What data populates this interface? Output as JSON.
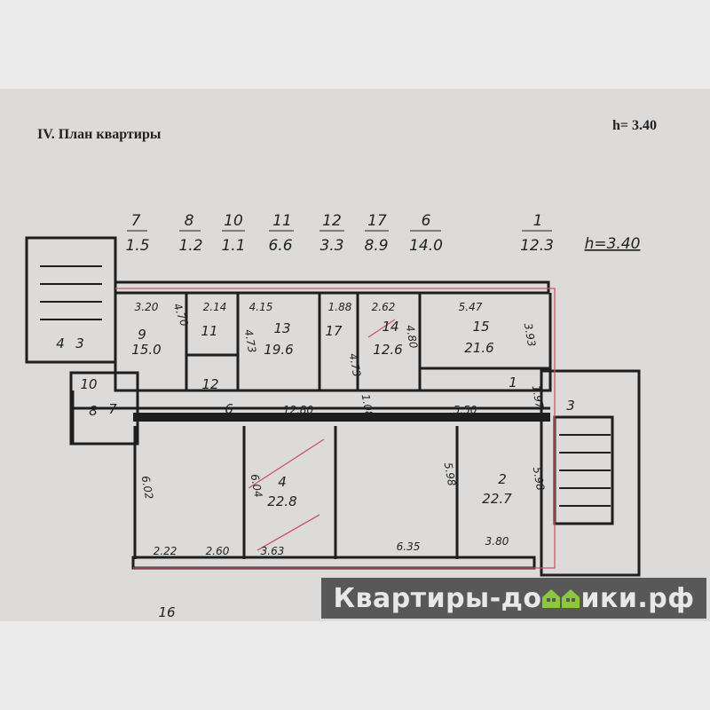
{
  "header": {
    "title": "IV. План квартиры",
    "height": "h= 3.40"
  },
  "legend": [
    {
      "num": "7",
      "area": "1.5"
    },
    {
      "num": "8",
      "area": "1.2"
    },
    {
      "num": "10",
      "area": "1.1"
    },
    {
      "num": "11",
      "area": "6.6"
    },
    {
      "num": "12",
      "area": "3.3"
    },
    {
      "num": "17",
      "area": "8.9"
    },
    {
      "num": "6",
      "area": "14.0"
    },
    {
      "num": "1",
      "area": "12.3"
    }
  ],
  "legend_height": "h=3.40",
  "rooms": {
    "r9": {
      "num": "9",
      "area": "15.0"
    },
    "r11": {
      "num": "11"
    },
    "r12": {
      "num": "12"
    },
    "r13": {
      "num": "13",
      "area": "19.6"
    },
    "r17": {
      "num": "17"
    },
    "r14": {
      "num": "14",
      "area": "12.6"
    },
    "r15": {
      "num": "15",
      "area": "21.6"
    },
    "r4": {
      "num": "4",
      "area": "22.8"
    },
    "r2": {
      "num": "2",
      "area": "22.7"
    },
    "r1": {
      "num": "1"
    },
    "r6": {
      "num": "6"
    },
    "r7": {
      "num": "7"
    },
    "r10": {
      "num": "10"
    },
    "r8": {
      "num": "8"
    },
    "stair_left": {
      "a": "4",
      "b": "3"
    },
    "stair_right": "3",
    "r16": "16"
  },
  "dims": {
    "d1": "3.20",
    "d2": "4.70",
    "d3": "2.14",
    "d4": "4.15",
    "d5": "4.73",
    "d6": "1.88",
    "d7": "4.73",
    "d8": "2.62",
    "d9": "4.80",
    "d10": "5.47",
    "d11": "3.93",
    "d12": "12.80",
    "d13": "1.08",
    "d14": "5.50",
    "d15": "1.97",
    "d16": "6.02",
    "d17": "6.04",
    "d18": "5.98",
    "d19": "5.98",
    "d20": "2.22",
    "d21": "2.60",
    "d22": "3.63",
    "d23": "6.35",
    "d24": "3.80"
  },
  "watermark": {
    "before": "Квартиры-до",
    "after": "ики.рф"
  },
  "colors": {
    "wall": "#1e1e1e",
    "redline": "#c9566a",
    "watermark_green": "#8dc63f"
  }
}
